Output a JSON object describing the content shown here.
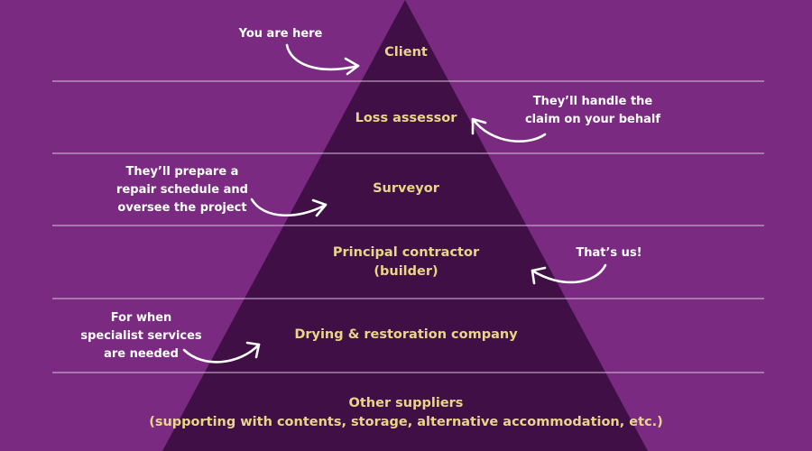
{
  "colors": {
    "background": "#7a2a80",
    "pyramid": "#3f0f45",
    "divider": "#d9c2dd",
    "tier_text": "#e8d58a",
    "note_text": "#ffffff"
  },
  "tiers": [
    {
      "lines": [
        "Client"
      ]
    },
    {
      "lines": [
        "Loss assessor"
      ]
    },
    {
      "lines": [
        "Surveyor"
      ]
    },
    {
      "lines": [
        "Principal contractor",
        "(builder)"
      ]
    },
    {
      "lines": [
        "Drying & restoration company"
      ]
    },
    {
      "lines": [
        "Other suppliers",
        "(supporting with contents, storage, alternative accommodation, etc.)"
      ]
    }
  ],
  "annotations": [
    {
      "lines": [
        "You are here"
      ]
    },
    {
      "lines": [
        "They’ll handle the",
        "claim on your behalf"
      ]
    },
    {
      "lines": [
        "They’ll prepare a",
        "repair schedule and",
        "oversee the project"
      ]
    },
    {
      "lines": [
        "That’s us!"
      ]
    },
    {
      "lines": [
        "For when",
        "specialist services",
        "are needed"
      ]
    }
  ]
}
